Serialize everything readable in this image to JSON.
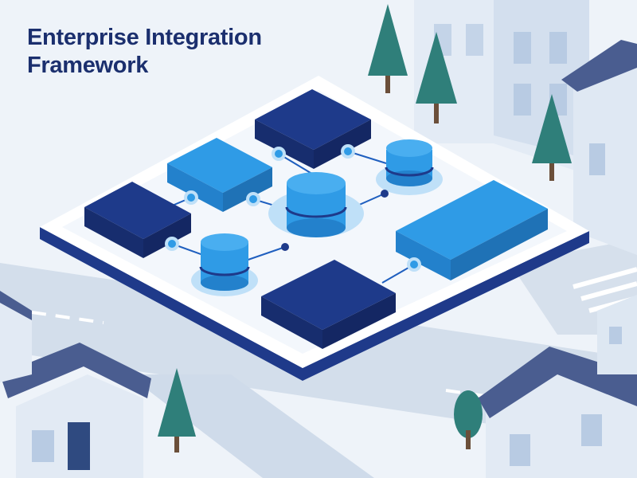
{
  "title": {
    "line1": "Enterprise Integration",
    "line2": "Framework"
  },
  "palette": {
    "background": "#eef3f9",
    "platform": "#ffffff",
    "platform_edge": "#1f3a8a",
    "navy_block": "#1e3a8a",
    "light_block": "#2f9be6",
    "database": "#2f9be6",
    "connector": "#2f9be6",
    "tree": "#2f7f7a",
    "roof": "#4a5d90",
    "building": "#dde7f2",
    "road": "#c9d6e6"
  },
  "components": {
    "navy_blocks": 3,
    "light_blocks": 2,
    "long_block": 1,
    "databases": 3
  },
  "icons": [
    "tree-icon",
    "house-icon",
    "building-icon",
    "database-icon",
    "connector-node-icon"
  ]
}
